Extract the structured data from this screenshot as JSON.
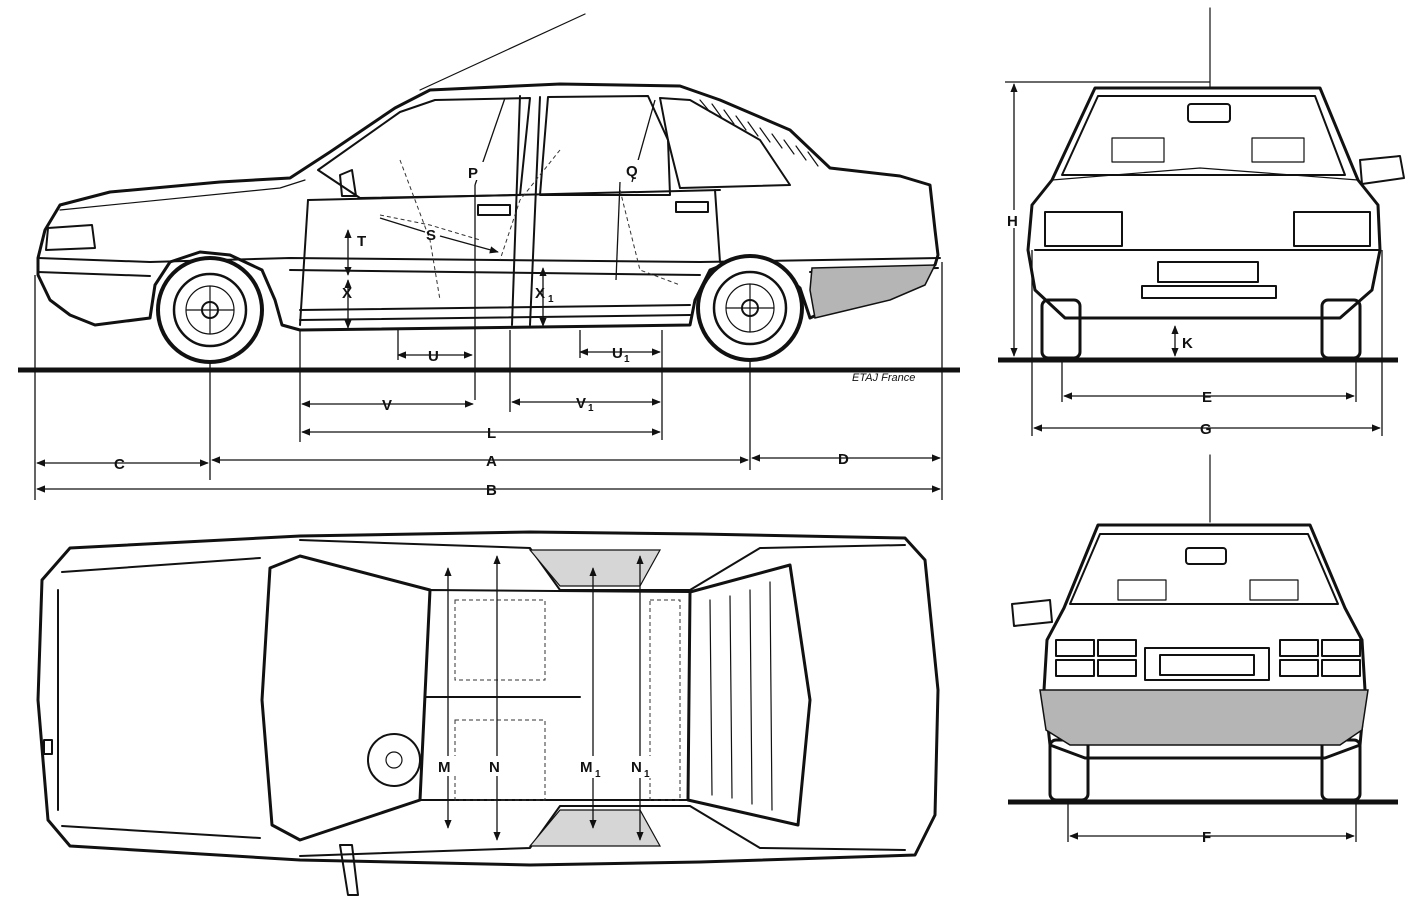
{
  "credit": "ETAJ France",
  "dimension_labels": {
    "A": "A",
    "B": "B",
    "C": "C",
    "D": "D",
    "E": "E",
    "F": "F",
    "G": "G",
    "H": "H",
    "K": "K",
    "L": "L",
    "P": "P",
    "Q": "Q",
    "S": "S",
    "T": "T",
    "U": "U",
    "U1": "U",
    "V": "V",
    "V1": "V",
    "X": "X",
    "X1": "X",
    "M": "M",
    "M1": "M",
    "N": "N",
    "N1": "N"
  },
  "subscripts": {
    "one": "1"
  },
  "views": [
    "side",
    "front",
    "top",
    "rear"
  ]
}
